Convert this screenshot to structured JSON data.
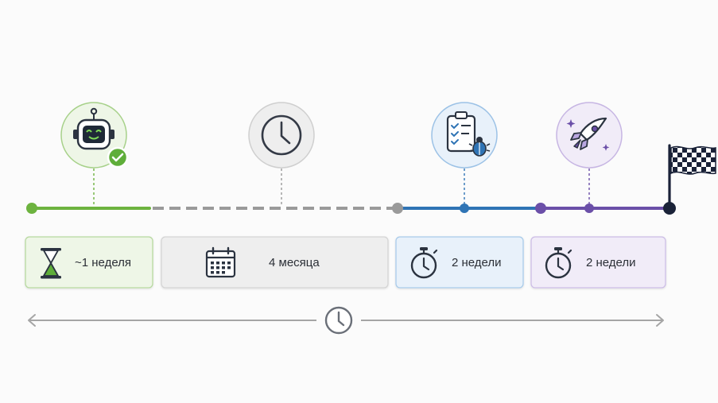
{
  "phases": [
    {
      "id": "bot",
      "duration": "~1 неделя",
      "icon": "hourglass-icon",
      "milestone_icon": "robot-check-icon",
      "color": "#6db33f"
    },
    {
      "id": "wait",
      "duration": "4 месяца",
      "icon": "calendar-icon",
      "milestone_icon": "clock-icon",
      "color": "#9a9a9a"
    },
    {
      "id": "test",
      "duration": "2 недели",
      "icon": "stopwatch-icon",
      "milestone_icon": "clipboard-bug-icon",
      "color": "#2f74b5"
    },
    {
      "id": "launch",
      "duration": "2 недели",
      "icon": "stopwatch-icon",
      "milestone_icon": "rocket-icon",
      "color": "#6b4fa8"
    }
  ],
  "finish_icon": "checkered-flag-icon",
  "total_axis_icon": "clock-icon"
}
